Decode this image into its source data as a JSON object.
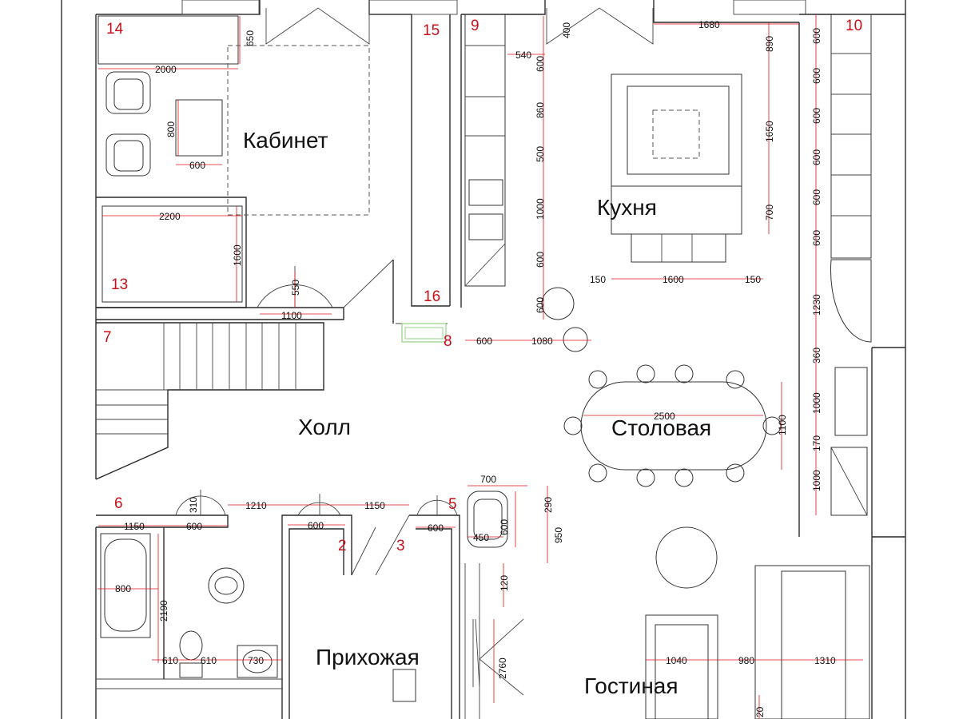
{
  "rooms": {
    "cabinet": "Кабинет",
    "kitchen": "Кухня",
    "hall": "Холл",
    "dining": "Столовая",
    "entrance": "Прихожая",
    "living": "Гостиная"
  },
  "markers": {
    "m14": "14",
    "m15": "15",
    "m9": "9",
    "m10": "10",
    "m13": "13",
    "m16": "16",
    "m7": "7",
    "m8": "8",
    "m6": "6",
    "m5": "5",
    "m2": "2",
    "m3": "3"
  },
  "dimensions": {
    "d650": "650",
    "d2000": "2000",
    "d800a": "800",
    "d600a": "600",
    "d2200": "2200",
    "d1600a": "1600",
    "d550": "550",
    "d1100a": "1100",
    "d400": "400",
    "d540": "540",
    "d600b": "600",
    "d1680": "1680",
    "d890": "890",
    "d860": "860",
    "d500": "500",
    "d1000a": "1000",
    "d600c": "600",
    "d1650": "1650",
    "d700a": "700",
    "d150a": "150",
    "d1600b": "1600",
    "d150b": "150",
    "d600d": "600",
    "d600e": "600",
    "d1080": "1080",
    "d2500": "2500",
    "d1100b": "1100",
    "r600_1": "600",
    "r600_2": "600",
    "r600_3": "600",
    "r600_4": "600",
    "r600_5": "600",
    "r600_6": "600",
    "d1230": "1230",
    "d360": "360",
    "d1000b": "1000",
    "d170": "170",
    "d1000c": "1000",
    "d1150a": "1150",
    "d600f": "600",
    "d310": "310",
    "d1210": "1210",
    "d600g": "600",
    "d1150b": "1150",
    "d600h": "600",
    "d700b": "700",
    "d290": "290",
    "d600i": "600",
    "d950": "950",
    "d450": "450",
    "d120": "120",
    "d800b": "800",
    "d2190": "2190",
    "d610a": "610",
    "d610b": "610",
    "d730": "730",
    "d2760": "2760",
    "d1040": "1040",
    "d980": "980",
    "d1310": "1310",
    "d20": "20"
  }
}
